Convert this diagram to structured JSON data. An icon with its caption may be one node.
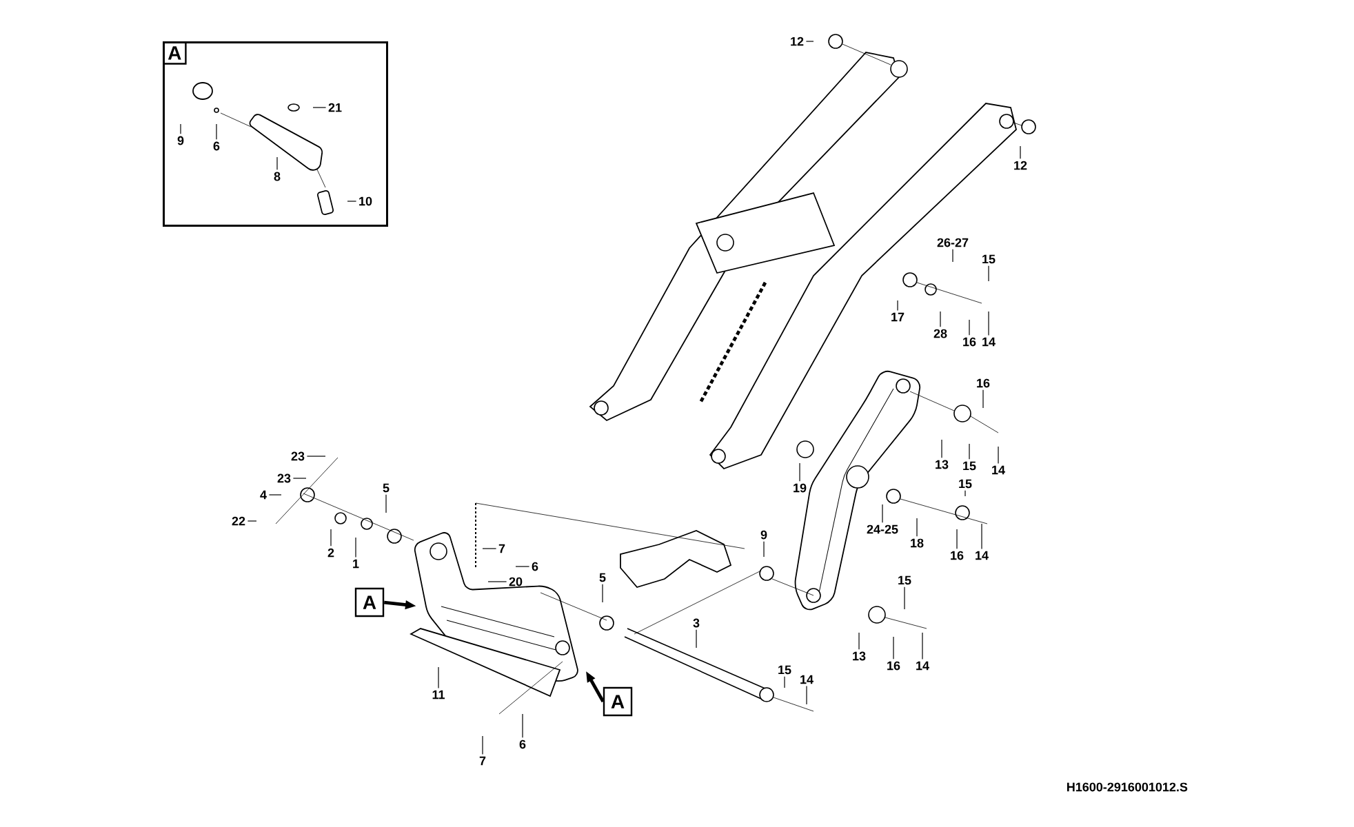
{
  "diagram": {
    "nodes": [
      {
        "text": [
          "A"
        ]
      },
      {
        "text": [
          "9"
        ],
        "in": 0
      },
      {
        "text": [
          "6"
        ],
        "in": 0
      },
      {
        "text": [
          "21"
        ],
        "in": 0
      },
      {
        "text": [
          "8"
        ],
        "in": 0
      },
      {
        "text": [
          "10"
        ],
        "in": 0
      },
      {
        "text": [
          "12"
        ]
      },
      {
        "text": [
          "12"
        ]
      },
      {
        "text": [
          "26-27"
        ]
      },
      {
        "text": [
          "15"
        ]
      },
      {
        "text": [
          "17"
        ]
      },
      {
        "text": [
          "28"
        ]
      },
      {
        "text": [
          "16"
        ]
      },
      {
        "text": [
          "14"
        ]
      },
      {
        "text": [
          "16"
        ]
      },
      {
        "text": [
          "13"
        ]
      },
      {
        "text": [
          "15"
        ]
      },
      {
        "text": [
          "14"
        ]
      },
      {
        "text": [
          "15"
        ]
      },
      {
        "text": [
          "19"
        ]
      },
      {
        "text": [
          "24-25"
        ]
      },
      {
        "text": [
          "18"
        ]
      },
      {
        "text": [
          "16"
        ]
      },
      {
        "text": [
          "14"
        ]
      },
      {
        "text": [
          "23"
        ]
      },
      {
        "text": [
          "23"
        ]
      },
      {
        "text": [
          "4"
        ]
      },
      {
        "text": [
          "22"
        ]
      },
      {
        "text": [
          "5"
        ]
      },
      {
        "text": [
          "2"
        ]
      },
      {
        "text": [
          "1"
        ]
      },
      {
        "text": [
          "9"
        ]
      },
      {
        "text": [
          "7"
        ]
      },
      {
        "text": [
          "6"
        ]
      },
      {
        "text": [
          "20"
        ]
      },
      {
        "text": [
          "A"
        ]
      },
      {
        "text": [
          "5"
        ]
      },
      {
        "text": [
          "3"
        ]
      },
      {
        "text": [
          "15"
        ]
      },
      {
        "text": [
          "13"
        ]
      },
      {
        "text": [
          "16"
        ]
      },
      {
        "text": [
          "14"
        ]
      },
      {
        "text": [
          "15"
        ]
      },
      {
        "text": [
          "14"
        ]
      },
      {
        "text": [
          "A"
        ]
      },
      {
        "text": [
          "11"
        ]
      },
      {
        "text": [
          "6"
        ]
      },
      {
        "text": [
          "7"
        ]
      }
    ],
    "edges": [
      {
        "from": 1,
        "to": null,
        "arrow": "none"
      },
      {
        "from": 2,
        "to": null,
        "arrow": "none"
      },
      {
        "from": 3,
        "to": null,
        "arrow": "none"
      },
      {
        "from": 4,
        "to": null,
        "arrow": "none"
      },
      {
        "from": 5,
        "to": null,
        "arrow": "none"
      },
      {
        "from": 6,
        "to": null,
        "arrow": "none"
      },
      {
        "from": 7,
        "to": null,
        "arrow": "none"
      },
      {
        "from": 8,
        "to": null,
        "arrow": "none"
      },
      {
        "from": 9,
        "to": null,
        "arrow": "none"
      },
      {
        "from": 10,
        "to": null,
        "arrow": "none"
      },
      {
        "from": 11,
        "to": null,
        "arrow": "none"
      },
      {
        "from": 12,
        "to": null,
        "arrow": "none"
      },
      {
        "from": 13,
        "to": null,
        "arrow": "none"
      },
      {
        "from": 14,
        "to": null,
        "arrow": "none"
      },
      {
        "from": 15,
        "to": null,
        "arrow": "none"
      },
      {
        "from": 16,
        "to": null,
        "arrow": "none"
      },
      {
        "from": 17,
        "to": null,
        "arrow": "none"
      },
      {
        "from": 18,
        "to": null,
        "arrow": "none"
      },
      {
        "from": 19,
        "to": null,
        "arrow": "none"
      },
      {
        "from": 20,
        "to": null,
        "arrow": "none"
      },
      {
        "from": 21,
        "to": null,
        "arrow": "none"
      },
      {
        "from": 22,
        "to": null,
        "arrow": "none"
      },
      {
        "from": 23,
        "to": null,
        "arrow": "none"
      },
      {
        "from": 24,
        "to": null,
        "arrow": "none"
      },
      {
        "from": 25,
        "to": null,
        "arrow": "none"
      },
      {
        "from": 26,
        "to": null,
        "arrow": "none"
      },
      {
        "from": 27,
        "to": null,
        "arrow": "none"
      },
      {
        "from": 28,
        "to": null,
        "arrow": "none"
      },
      {
        "from": 29,
        "to": null,
        "arrow": "none"
      },
      {
        "from": 30,
        "to": null,
        "arrow": "none"
      },
      {
        "from": 31,
        "to": null,
        "arrow": "none"
      },
      {
        "from": 32,
        "to": null,
        "arrow": "none"
      },
      {
        "from": 33,
        "to": null,
        "arrow": "none"
      },
      {
        "from": 34,
        "to": null,
        "arrow": "none"
      },
      {
        "from": 35,
        "to": null,
        "arrow": "to",
        "style": "thick"
      },
      {
        "from": 36,
        "to": null,
        "arrow": "none"
      },
      {
        "from": 37,
        "to": null,
        "arrow": "none"
      },
      {
        "from": 38,
        "to": null,
        "arrow": "none"
      },
      {
        "from": 39,
        "to": null,
        "arrow": "none"
      },
      {
        "from": 40,
        "to": null,
        "arrow": "none"
      },
      {
        "from": 41,
        "to": null,
        "arrow": "none"
      },
      {
        "from": 42,
        "to": null,
        "arrow": "none"
      },
      {
        "from": 43,
        "to": null,
        "arrow": "none"
      },
      {
        "from": 44,
        "to": null,
        "arrow": "to",
        "style": "thick"
      },
      {
        "from": 45,
        "to": null,
        "arrow": "none"
      },
      {
        "from": 46,
        "to": null,
        "arrow": "none"
      },
      {
        "from": 47,
        "to": null,
        "arrow": "none"
      }
    ],
    "labels": [
      "H1600-2916001012.S"
    ]
  }
}
